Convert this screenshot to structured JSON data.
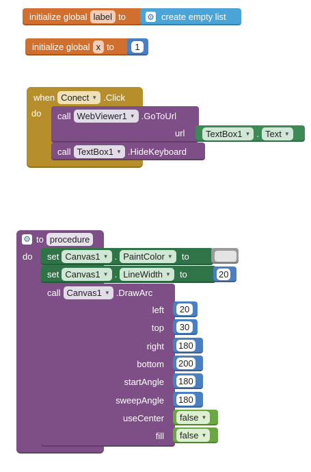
{
  "block1": {
    "initialize": "initialize global",
    "name": "label",
    "to": "to",
    "value": "create empty list"
  },
  "block2": {
    "initialize": "initialize global",
    "name": "x",
    "to": "to",
    "value": "1"
  },
  "event": {
    "when": "when",
    "component": "Conect",
    "event": ".Click",
    "do": "do",
    "call1": {
      "call": "call",
      "component": "WebViewer1",
      "method": ".GoToUrl",
      "param": "url",
      "arg_component": "TextBox1",
      "dot": ".",
      "arg_property": "Text"
    },
    "call2": {
      "call": "call",
      "component": "TextBox1",
      "method": ".HideKeyboard"
    }
  },
  "procedure": {
    "to": "to",
    "name": "procedure",
    "do": "do",
    "set1": {
      "set": "set",
      "component": "Canvas1",
      "dot": ".",
      "property": "PaintColor",
      "to": "to"
    },
    "set2": {
      "set": "set",
      "component": "Canvas1",
      "dot": ".",
      "property": "LineWidth",
      "to": "to",
      "value": "20"
    },
    "drawarc": {
      "call": "call",
      "component": "Canvas1",
      "method": ".DrawArc",
      "params": [
        {
          "name": "left",
          "value": "20"
        },
        {
          "name": "top",
          "value": "30"
        },
        {
          "name": "right",
          "value": "180"
        },
        {
          "name": "bottom",
          "value": "200"
        },
        {
          "name": "startAngle",
          "value": "180"
        },
        {
          "name": "sweepAngle",
          "value": "180"
        },
        {
          "name": "useCenter",
          "value": "false"
        },
        {
          "name": "fill",
          "value": "false"
        }
      ]
    }
  },
  "colors": {
    "variable": "#d1702e",
    "math": "#4a7fc1",
    "list": "#4aa4d8",
    "control": "#b68f2c",
    "procedure": "#7e4f86",
    "component": "#3e8a57",
    "logic": "#6aa642"
  }
}
